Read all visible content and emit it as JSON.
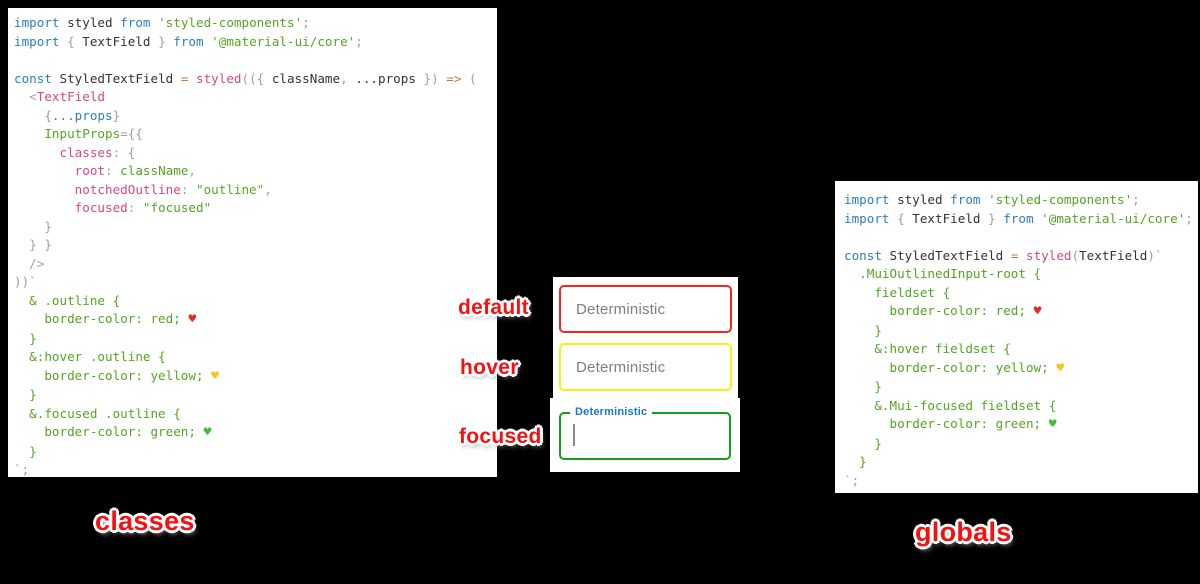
{
  "colors": {
    "background": "#000000",
    "panel": "#ffffff",
    "label_red": "#f31111",
    "placeholder_gray": "#7e7e7e"
  },
  "syntax_colors": {
    "kw": "#2b7ec1",
    "id": "#333333",
    "grn": "#55a422",
    "pnk": "#d9467f",
    "pun": "#9e9e9e",
    "op": "#c0763c",
    "hr": "#e02b2b",
    "hy": "#f7c325",
    "hg": "#3fbf3f"
  },
  "labels": {
    "default": "default",
    "hover": "hover",
    "focused": "focused"
  },
  "captions": {
    "left": "classes",
    "right": "globals"
  },
  "textfields": {
    "default": {
      "placeholder": "Deterministic",
      "border": "#f5271b"
    },
    "hover": {
      "placeholder": "Deterministic",
      "border": "#f9ef16"
    },
    "focused": {
      "label": "Deterministic",
      "border": "#12a018",
      "label_color": "#1976d2",
      "caret_color": "#8a8a8a"
    }
  },
  "code_blocks": {
    "classes": {
      "lines": [
        [
          [
            "kw",
            "import"
          ],
          [
            "id",
            " styled "
          ],
          [
            "kw",
            "from"
          ],
          [
            "grn",
            " 'styled-components'"
          ],
          [
            "pun",
            ";"
          ]
        ],
        [
          [
            "kw",
            "import"
          ],
          [
            "pun",
            " { "
          ],
          [
            "id",
            "TextField"
          ],
          [
            "pun",
            " } "
          ],
          [
            "kw",
            "from"
          ],
          [
            "grn",
            " '@material-ui/core'"
          ],
          [
            "pun",
            ";"
          ]
        ],
        [],
        [
          [
            "kw",
            "const"
          ],
          [
            "id",
            " StyledTextField "
          ],
          [
            "op",
            "="
          ],
          [
            "pnk",
            " styled"
          ],
          [
            "pun",
            "(({ "
          ],
          [
            "id",
            "className"
          ],
          [
            "pun",
            ", "
          ],
          [
            "id",
            "...props"
          ],
          [
            "pun",
            " }) "
          ],
          [
            "op",
            "=>"
          ],
          [
            "pun",
            " ("
          ]
        ],
        [
          [
            "pun",
            "  <"
          ],
          [
            "pnk",
            "TextField"
          ]
        ],
        [
          [
            "pun",
            "    {"
          ],
          [
            "kw",
            "...props"
          ],
          [
            "pun",
            "}"
          ]
        ],
        [
          [
            "grn",
            "    InputProps"
          ],
          [
            "pun",
            "={{"
          ]
        ],
        [
          [
            "pnk",
            "      classes"
          ],
          [
            "pun",
            ": {"
          ]
        ],
        [
          [
            "pnk",
            "        root"
          ],
          [
            "pun",
            ": "
          ],
          [
            "grn",
            "className"
          ],
          [
            "pun",
            ","
          ]
        ],
        [
          [
            "pnk",
            "        notchedOutline"
          ],
          [
            "pun",
            ": "
          ],
          [
            "grn",
            "\"outline\""
          ],
          [
            "pun",
            ","
          ]
        ],
        [
          [
            "pnk",
            "        focused"
          ],
          [
            "pun",
            ": "
          ],
          [
            "grn",
            "\"focused\""
          ]
        ],
        [
          [
            "pun",
            "    }"
          ]
        ],
        [
          [
            "pun",
            "  } }"
          ]
        ],
        [
          [
            "pun",
            "  />"
          ]
        ],
        [
          [
            "pun",
            "))`"
          ]
        ],
        [
          [
            "grn",
            "  & .outline {"
          ]
        ],
        [
          [
            "grn",
            "    border-color: red; "
          ],
          [
            "hr",
            "♥"
          ]
        ],
        [
          [
            "grn",
            "  }"
          ]
        ],
        [
          [
            "grn",
            "  &:hover .outline {"
          ]
        ],
        [
          [
            "grn",
            "    border-color: yellow; "
          ],
          [
            "hy",
            "♥"
          ]
        ],
        [
          [
            "grn",
            "  }"
          ]
        ],
        [
          [
            "grn",
            "  &.focused .outline {"
          ]
        ],
        [
          [
            "grn",
            "    border-color: green; "
          ],
          [
            "hg",
            "♥"
          ]
        ],
        [
          [
            "grn",
            "  }"
          ]
        ],
        [
          [
            "pun",
            "`;"
          ]
        ]
      ]
    },
    "globals": {
      "lines": [
        [
          [
            "kw",
            "import"
          ],
          [
            "id",
            " styled "
          ],
          [
            "kw",
            "from"
          ],
          [
            "grn",
            " 'styled-components'"
          ],
          [
            "pun",
            ";"
          ]
        ],
        [
          [
            "kw",
            "import"
          ],
          [
            "pun",
            " { "
          ],
          [
            "id",
            "TextField"
          ],
          [
            "pun",
            " } "
          ],
          [
            "kw",
            "from"
          ],
          [
            "grn",
            " '@material-ui/core'"
          ],
          [
            "pun",
            ";"
          ]
        ],
        [],
        [
          [
            "kw",
            "const"
          ],
          [
            "id",
            " StyledTextField "
          ],
          [
            "op",
            "="
          ],
          [
            "pnk",
            " styled"
          ],
          [
            "pun",
            "("
          ],
          [
            "id",
            "TextField"
          ],
          [
            "pun",
            ")`"
          ]
        ],
        [
          [
            "grn",
            "  .MuiOutlinedInput-root {"
          ]
        ],
        [
          [
            "grn",
            "    fieldset {"
          ]
        ],
        [
          [
            "grn",
            "      border-color: red; "
          ],
          [
            "hr",
            "♥"
          ]
        ],
        [
          [
            "grn",
            "    }"
          ]
        ],
        [
          [
            "grn",
            "    &:hover fieldset {"
          ]
        ],
        [
          [
            "grn",
            "      border-color: yellow; "
          ],
          [
            "hy",
            "♥"
          ]
        ],
        [
          [
            "grn",
            "    }"
          ]
        ],
        [
          [
            "grn",
            "    &.Mui-focused fieldset {"
          ]
        ],
        [
          [
            "grn",
            "      border-color: green; "
          ],
          [
            "hg",
            "♥"
          ]
        ],
        [
          [
            "grn",
            "    }"
          ]
        ],
        [
          [
            "grn",
            "  }"
          ]
        ],
        [
          [
            "pun",
            "`;"
          ]
        ]
      ]
    }
  }
}
